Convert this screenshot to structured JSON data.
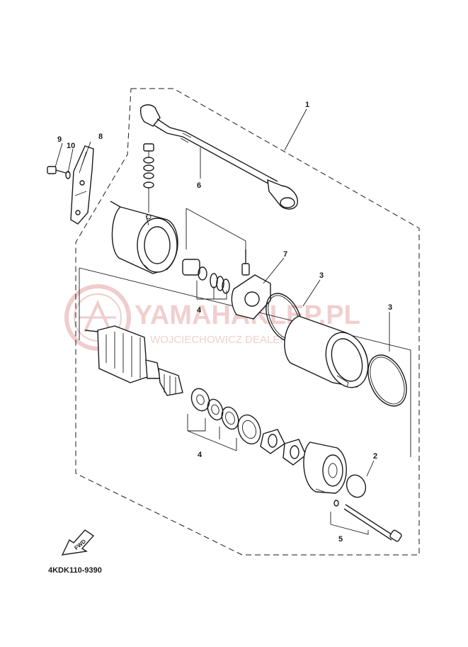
{
  "watermark": {
    "brand": "YAMAHAKLEP.PL",
    "tagline": "WOJCIECHOWICZ DEALER YAMAHA",
    "color": "#e7a9a9"
  },
  "diagram_code": "4KDK110-9390",
  "fwd_label": "FWD",
  "callouts": {
    "c1": "1",
    "c2": "2",
    "c3a": "3",
    "c3b": "3",
    "c4a": "4",
    "c4b": "4",
    "c5": "5",
    "c6": "6",
    "c7": "7",
    "c8": "8",
    "c9": "9",
    "c10": "10"
  },
  "icons": {
    "fwd_arrow": "fwd-arrow-icon",
    "watermark_logo": "yamaha-tuning-fork-logo"
  }
}
